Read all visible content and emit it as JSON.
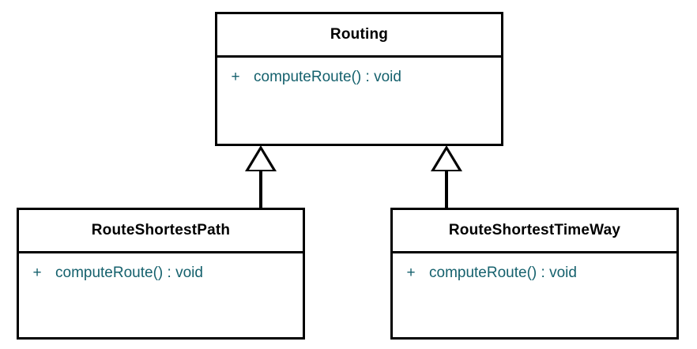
{
  "diagram": {
    "type": "uml-class-diagram",
    "background_color": "#ffffff",
    "border_color": "#000000",
    "member_text_color": "#15616d",
    "class_name_text_color": "#000000",
    "classes": [
      {
        "id": "routing",
        "name": "Routing",
        "members": [
          {
            "visibility": "+",
            "signature": "computeRoute() : void"
          }
        ]
      },
      {
        "id": "route-shortest-path",
        "name": "RouteShortestPath",
        "members": [
          {
            "visibility": "+",
            "signature": "computeRoute() : void"
          }
        ]
      },
      {
        "id": "route-shortest-time-way",
        "name": "RouteShortestTimeWay",
        "members": [
          {
            "visibility": "+",
            "signature": "computeRoute() : void"
          }
        ]
      }
    ],
    "relationships": [
      {
        "id": "gen-left",
        "kind": "generalization",
        "from": "RouteShortestPath",
        "to": "Routing"
      },
      {
        "id": "gen-right",
        "kind": "generalization",
        "from": "RouteShortestTimeWay",
        "to": "Routing"
      }
    ]
  }
}
